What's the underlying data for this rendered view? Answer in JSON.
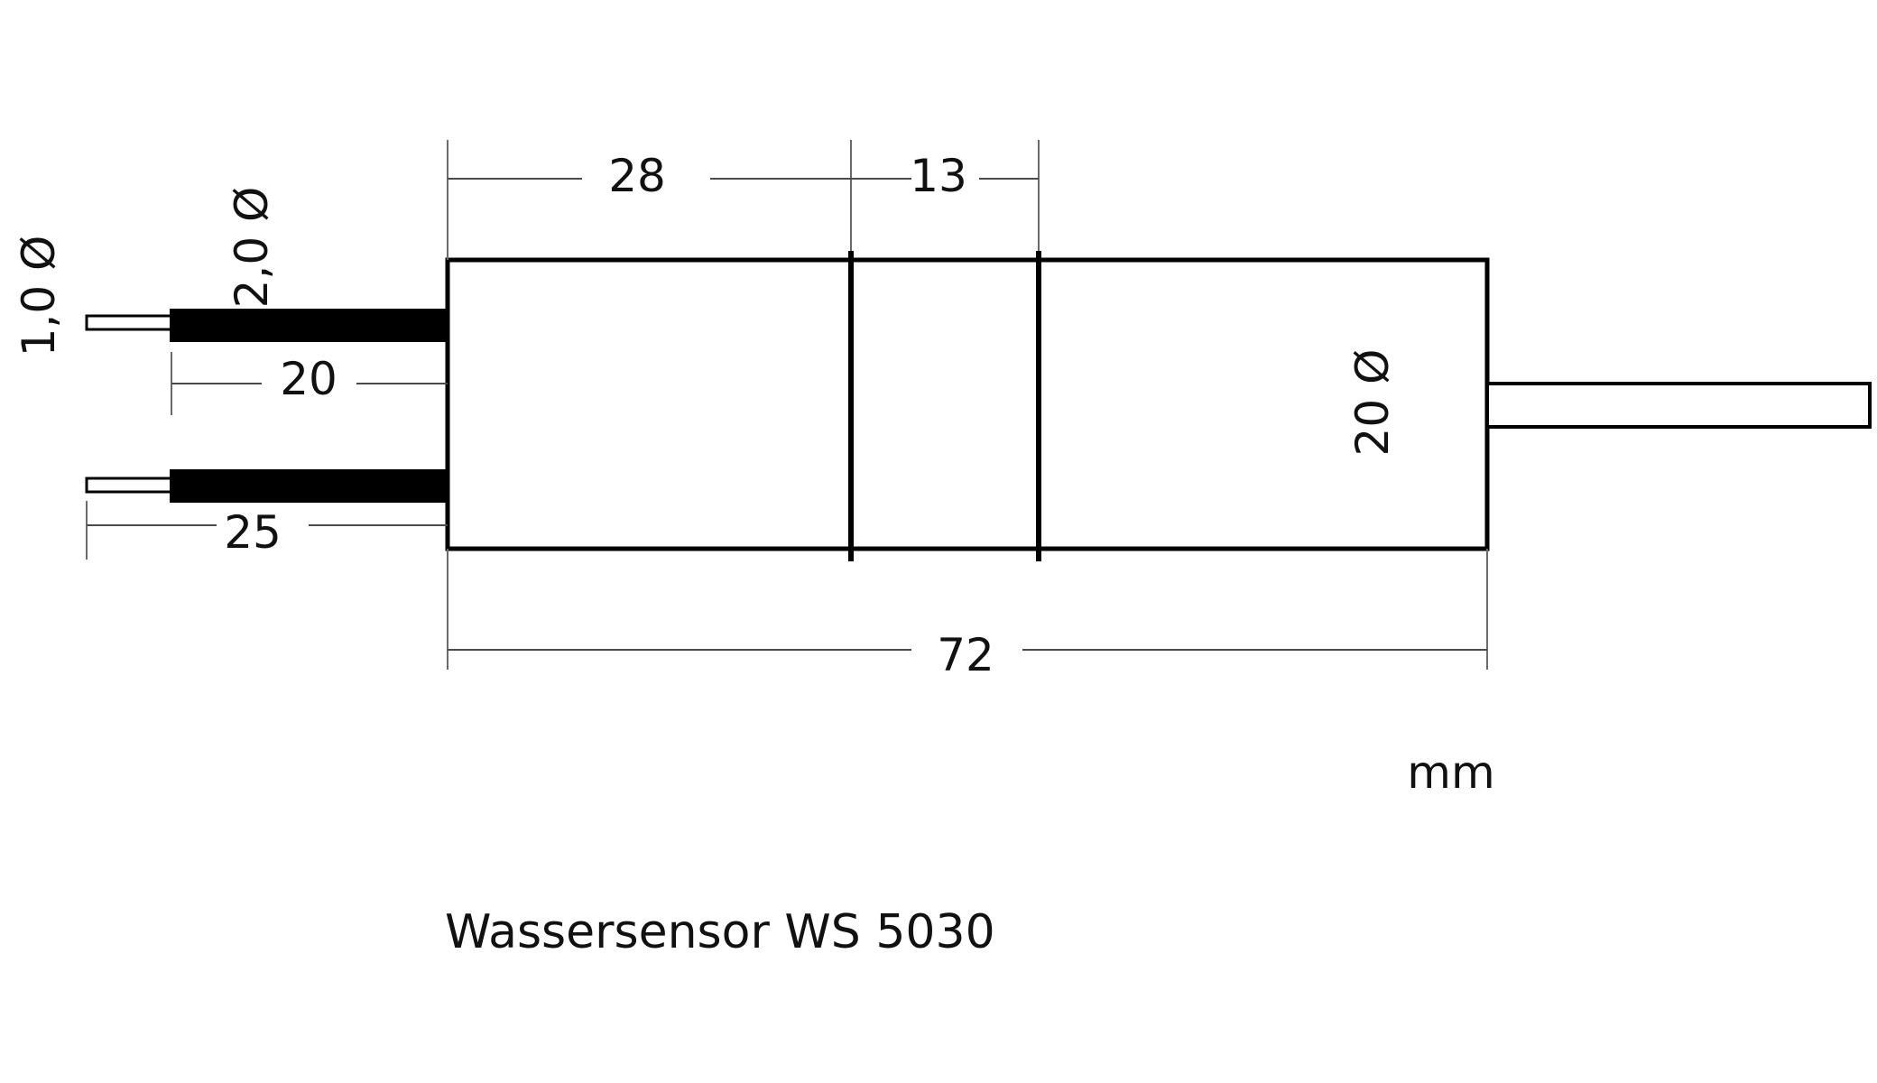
{
  "labels": {
    "dim_28": "28",
    "dim_13": "13",
    "dim_72": "72",
    "dim_20": "20",
    "dim_25": "25",
    "dia_wire": "1,0 Ø",
    "dia_insulation": "2,0 Ø",
    "dia_body": "20 Ø",
    "unit": "mm",
    "caption": "Wassersensor WS 5030"
  },
  "colors": {
    "line": "#000000",
    "dimension_line": "#4a4a4a",
    "background": "#ffffff"
  }
}
